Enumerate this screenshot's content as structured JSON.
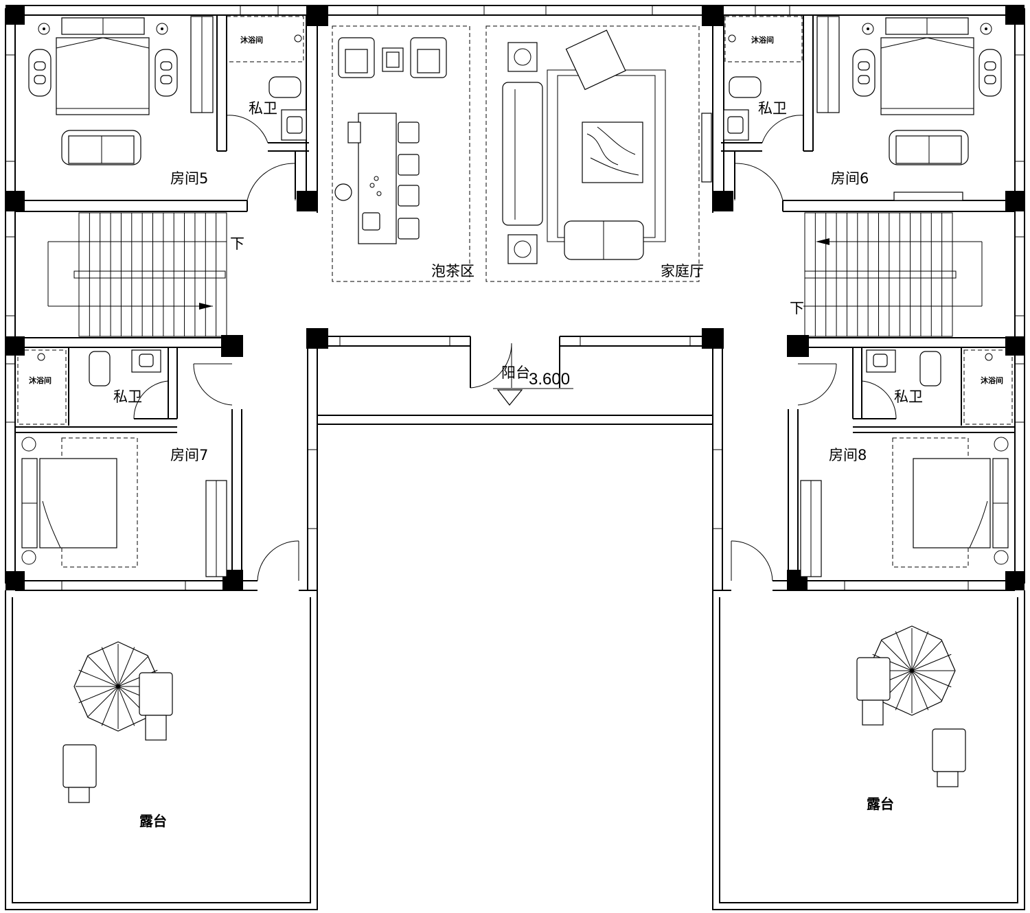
{
  "rooms": {
    "room5": "房间5",
    "room6": "房间6",
    "room7": "房间7",
    "room8": "房间8",
    "bath_tl": "私卫",
    "bath_tr": "私卫",
    "bath_bl": "私卫",
    "bath_br": "私卫",
    "shower_tl": "沐浴间",
    "shower_tr": "沐浴间",
    "shower_bl": "沐浴间",
    "shower_br": "沐浴间",
    "tea_area": "泡茶区",
    "family_hall": "家庭厅",
    "balcony": "阳台",
    "terrace_left": "露台",
    "terrace_right": "露台"
  },
  "stairs": {
    "down_left": "下",
    "down_right": "下"
  },
  "elevation": "3.600"
}
